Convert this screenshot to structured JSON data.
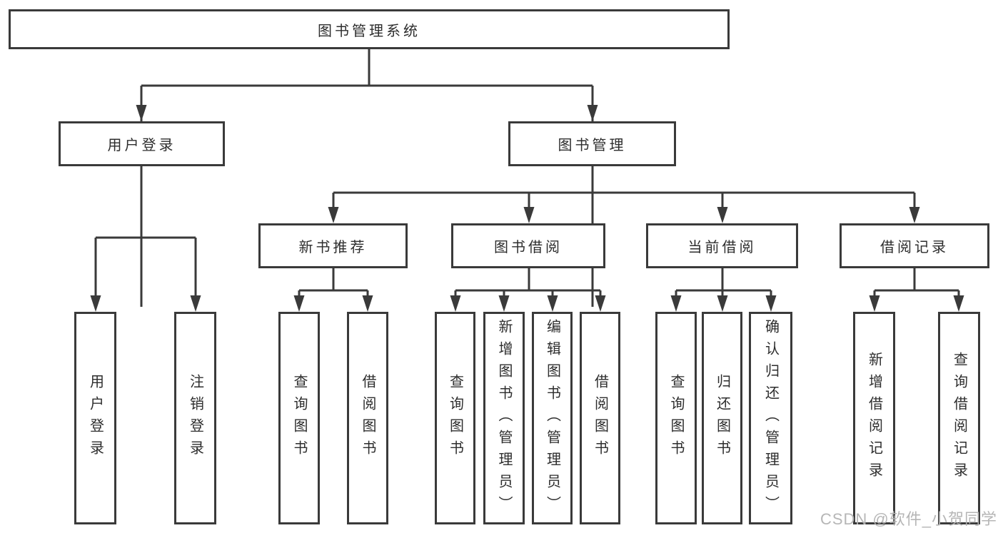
{
  "tree": {
    "label": "图书管理系统",
    "children": [
      {
        "label": "用户登录",
        "children": [
          {
            "label": "用户登录"
          },
          {
            "label": "注销登录"
          }
        ]
      },
      {
        "label": "图书管理",
        "children": [
          {
            "label": "新书推荐",
            "children": [
              {
                "label": "查询图书"
              },
              {
                "label": "借阅图书"
              }
            ]
          },
          {
            "label": "图书借阅",
            "children": [
              {
                "label": "查询图书"
              },
              {
                "label": "新增图书（管理员）"
              },
              {
                "label": "编辑图书（管理员）"
              },
              {
                "label": "借阅图书"
              }
            ]
          },
          {
            "label": "当前借阅",
            "children": [
              {
                "label": "查询图书"
              },
              {
                "label": "归还图书"
              },
              {
                "label": "确认归还（管理员）"
              }
            ]
          },
          {
            "label": "借阅记录",
            "children": [
              {
                "label": "新增借阅记录"
              },
              {
                "label": "查询借阅记录"
              }
            ]
          }
        ]
      }
    ]
  },
  "watermark": "CSDN @软件_小贺同学",
  "colors": {
    "line": "#3a3a3a",
    "text": "#2d2d2d",
    "background": "#ffffff",
    "watermark": "#b2b2b2"
  }
}
